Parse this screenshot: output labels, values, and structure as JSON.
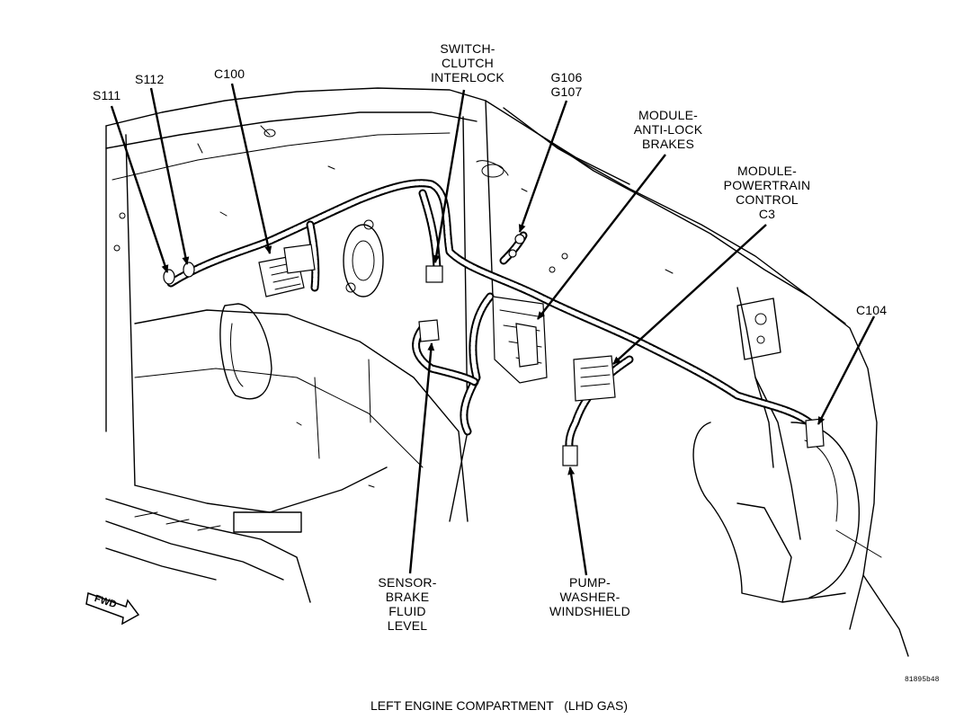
{
  "labels": {
    "s111": "S111",
    "s112": "S112",
    "c100": "C100",
    "switch_clutch": [
      "SWITCH-",
      "CLUTCH",
      "INTERLOCK"
    ],
    "g106": "G106",
    "g107": "G107",
    "abs_module": [
      "MODULE-",
      "ANTI-LOCK",
      "BRAKES"
    ],
    "pcm_module": [
      "MODULE-",
      "POWERTRAIN",
      "CONTROL",
      "C3"
    ],
    "c104": "C104",
    "sensor_brake": [
      "SENSOR-",
      "BRAKE",
      "FLUID",
      "LEVEL"
    ],
    "pump_washer": [
      "PUMP-",
      "WASHER-",
      "WINDSHIELD"
    ],
    "fwd": "FWD"
  },
  "reference_code": "81895b48",
  "caption": "LEFT ENGINE COMPARTMENT   (LHD GAS)"
}
